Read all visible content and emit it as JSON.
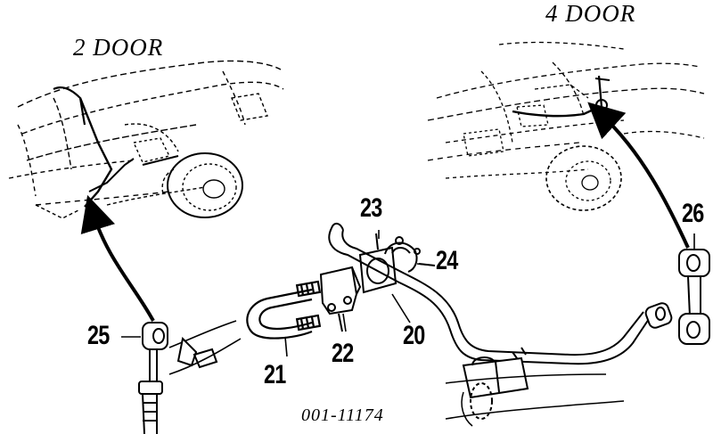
{
  "titles": {
    "two_door": "2 DOOR",
    "four_door": "4 DOOR"
  },
  "callouts": {
    "c20": "20",
    "c21": "21",
    "c22": "22",
    "c23": "23",
    "c24": "24",
    "c25": "25",
    "c26": "26"
  },
  "part_code": "001-11174"
}
